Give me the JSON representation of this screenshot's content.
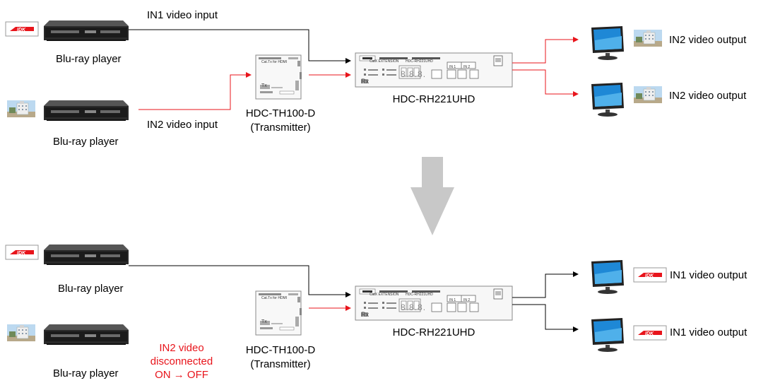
{
  "colors": {
    "signal_active": "#e8141b",
    "signal_normal": "#000000",
    "transition_arrow": "#c8c8c8",
    "brand_red": "#e8141b"
  },
  "top": {
    "source1_label": "Blu-ray player",
    "source1_signal": "IN1 video input",
    "source2_label": "Blu-ray player",
    "source2_signal": "IN2 video input",
    "transmitter_name": "HDC-TH100-D",
    "transmitter_role": "(Transmitter)",
    "receiver_name": "HDC-RH221UHD",
    "output1": "IN2 video output",
    "output2": "IN2 video output"
  },
  "bottom": {
    "source1_label": "Blu-ray player",
    "source2_label": "Blu-ray player",
    "disconnect_line1": "IN2 video",
    "disconnect_line2": "disconnected",
    "disconnect_line3": "ON → OFF",
    "transmitter_name": "HDC-TH100-D",
    "transmitter_role": "(Transmitter)",
    "receiver_name": "HDC-RH221UHD",
    "output1": "IN1 video output",
    "output2": "IN1 video output"
  },
  "device_text": {
    "logo": "IDK",
    "receiver_brand": "CatX EXTENSION",
    "receiver_model": "HDC-RH221UHD",
    "receiver_in1": "IN 1",
    "receiver_in2": "IN 2",
    "receiver_display": "8.8.8.",
    "receiver_rx": "Rx",
    "tx_tagline": "Cat.Tx for HDMI",
    "tx_mark": "Tx"
  },
  "icons": [
    "idk-logo-icon",
    "building-photo-icon",
    "bluray-player-icon",
    "transmitter-device-icon",
    "receiver-device-icon",
    "monitor-icon",
    "down-arrow-icon"
  ]
}
